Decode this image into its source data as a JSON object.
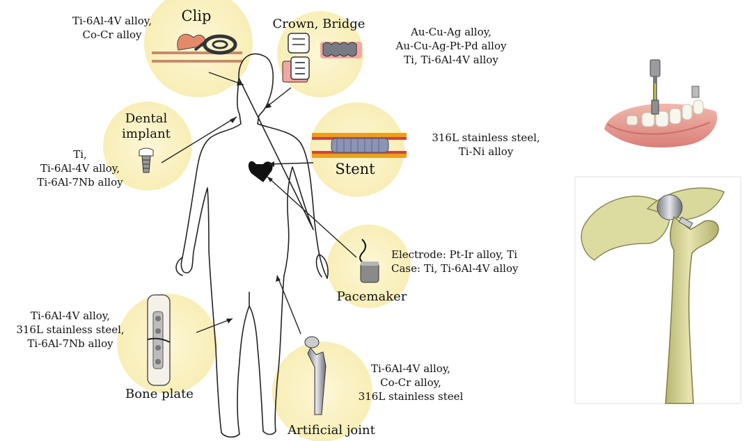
{
  "clip": {
    "title": "Clip",
    "materials": [
      "Ti-6Al-4V alloy,",
      "Co-Cr alloy"
    ]
  },
  "crown": {
    "title": "Crown, Bridge",
    "materials": [
      "Au-Cu-Ag alloy,",
      "Au-Cu-Ag-Pt-Pd alloy",
      "Ti, Ti-6Al-4V alloy"
    ]
  },
  "dental": {
    "title": [
      "Dental",
      "implant"
    ],
    "materials": [
      "Ti,",
      "Ti-6Al-4V alloy,",
      "Ti-6Al-7Nb alloy"
    ]
  },
  "stent": {
    "title": "Stent",
    "materials": [
      "316L stainless steel,",
      "Ti-Ni alloy"
    ]
  },
  "pacemaker": {
    "title": "Pacemaker",
    "materials": [
      "Electrode: Pt-Ir alloy, Ti",
      "Case: Ti, Ti-6Al-4V alloy"
    ]
  },
  "bone": {
    "title": "Bone plate",
    "materials": [
      "Ti-6Al-4V alloy,",
      "316L stainless steel,",
      "Ti-6Al-7Nb alloy"
    ]
  },
  "joint": {
    "title": "Artificial joint",
    "materials": [
      "Ti-6Al-4V alloy,",
      "Co-Cr alloy,",
      "316L stainless steel"
    ]
  },
  "colors": {
    "bubble": "#fbf3c6",
    "bone": "#d9d8a0",
    "gum": "#e9a19a"
  }
}
